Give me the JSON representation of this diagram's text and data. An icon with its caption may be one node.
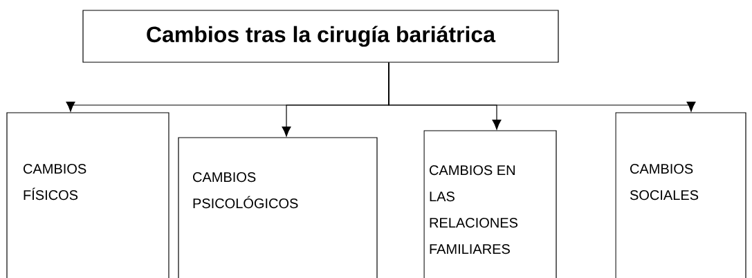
{
  "diagram": {
    "nodes": [
      {
        "text": [
          "Cambios tras la cirugía bariátrica"
        ]
      },
      {
        "text": [
          "CAMBIOS FÍSICOS"
        ]
      },
      {
        "text": [
          "CAMBIOS PSICOLÓGICOS"
        ]
      },
      {
        "text": [
          "CAMBIOS EN LAS RELACIONES FAMILIARES"
        ]
      },
      {
        "text": [
          "CAMBIOS SOCIALES"
        ]
      }
    ],
    "edges": [
      {
        "from": 0,
        "to": 1,
        "arrow": "to"
      },
      {
        "from": 0,
        "to": 2,
        "arrow": "to"
      },
      {
        "from": 0,
        "to": 3,
        "arrow": "to"
      },
      {
        "from": 0,
        "to": 4,
        "arrow": "to"
      }
    ]
  }
}
